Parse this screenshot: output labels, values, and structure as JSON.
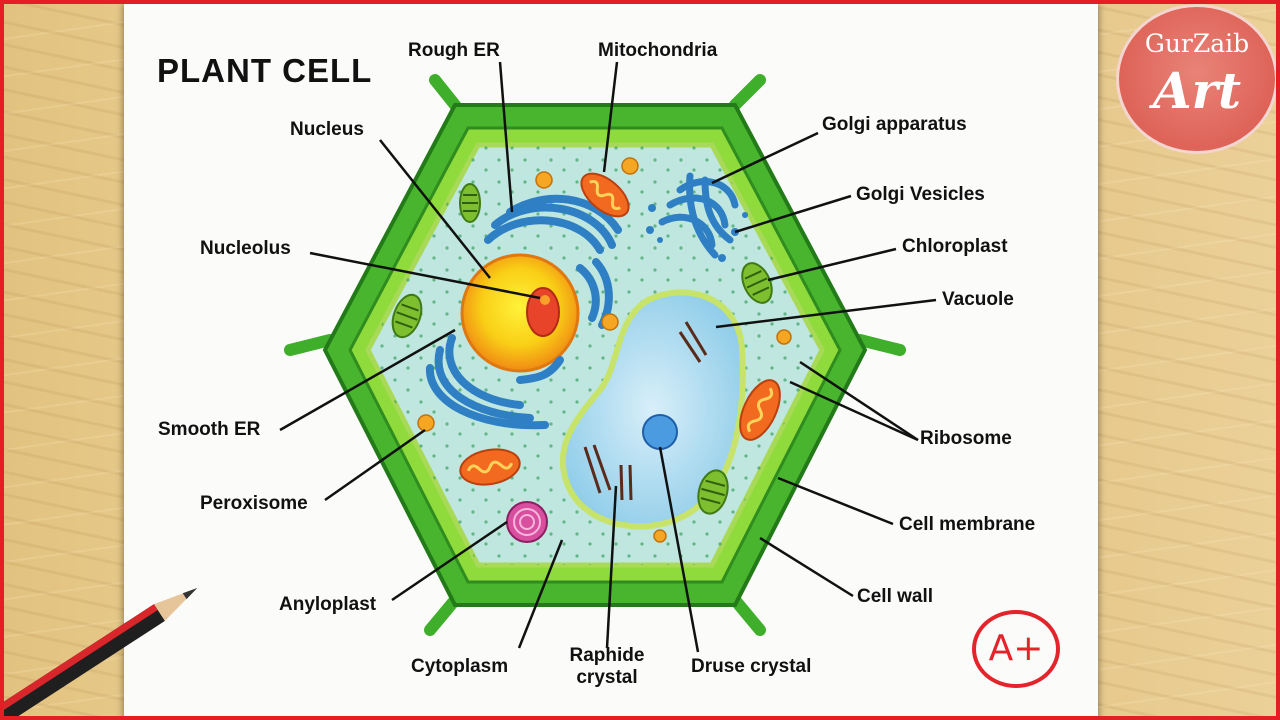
{
  "title": "PLANT CELL",
  "logo": {
    "line1": "GurZaib",
    "line2": "Art"
  },
  "grade": "A+",
  "labels": {
    "rough_er": "Rough ER",
    "mitochondria": "Mitochondria",
    "nucleus": "Nucleus",
    "golgi_apparatus": "Golgi apparatus",
    "golgi_vesicles": "Golgi Vesicles",
    "nucleolus": "Nucleolus",
    "chloroplast": "Chloroplast",
    "vacuole": "Vacuole",
    "smooth_er": "Smooth ER",
    "ribosome": "Ribosome",
    "peroxisome": "Peroxisome",
    "cell_membrane": "Cell membrane",
    "cell_wall": "Cell wall",
    "anyloplast": "Anyloplast",
    "cytoplasm": "Cytoplasm",
    "raphide_crystal_1": "Raphide",
    "raphide_crystal_2": "crystal",
    "druse_crystal": "Druse crystal"
  },
  "colors": {
    "cell_wall": "#3fae2a",
    "cytoplasm": "#bfe6df",
    "nucleus": "#f7c21b",
    "vacuole": "#a9d8ee",
    "er": "#2f7fc4",
    "chloroplast": "#6cae2a",
    "mitochondria": "#f08a2a",
    "anyloplast": "#d94fa0",
    "frame": "#e31e24"
  }
}
